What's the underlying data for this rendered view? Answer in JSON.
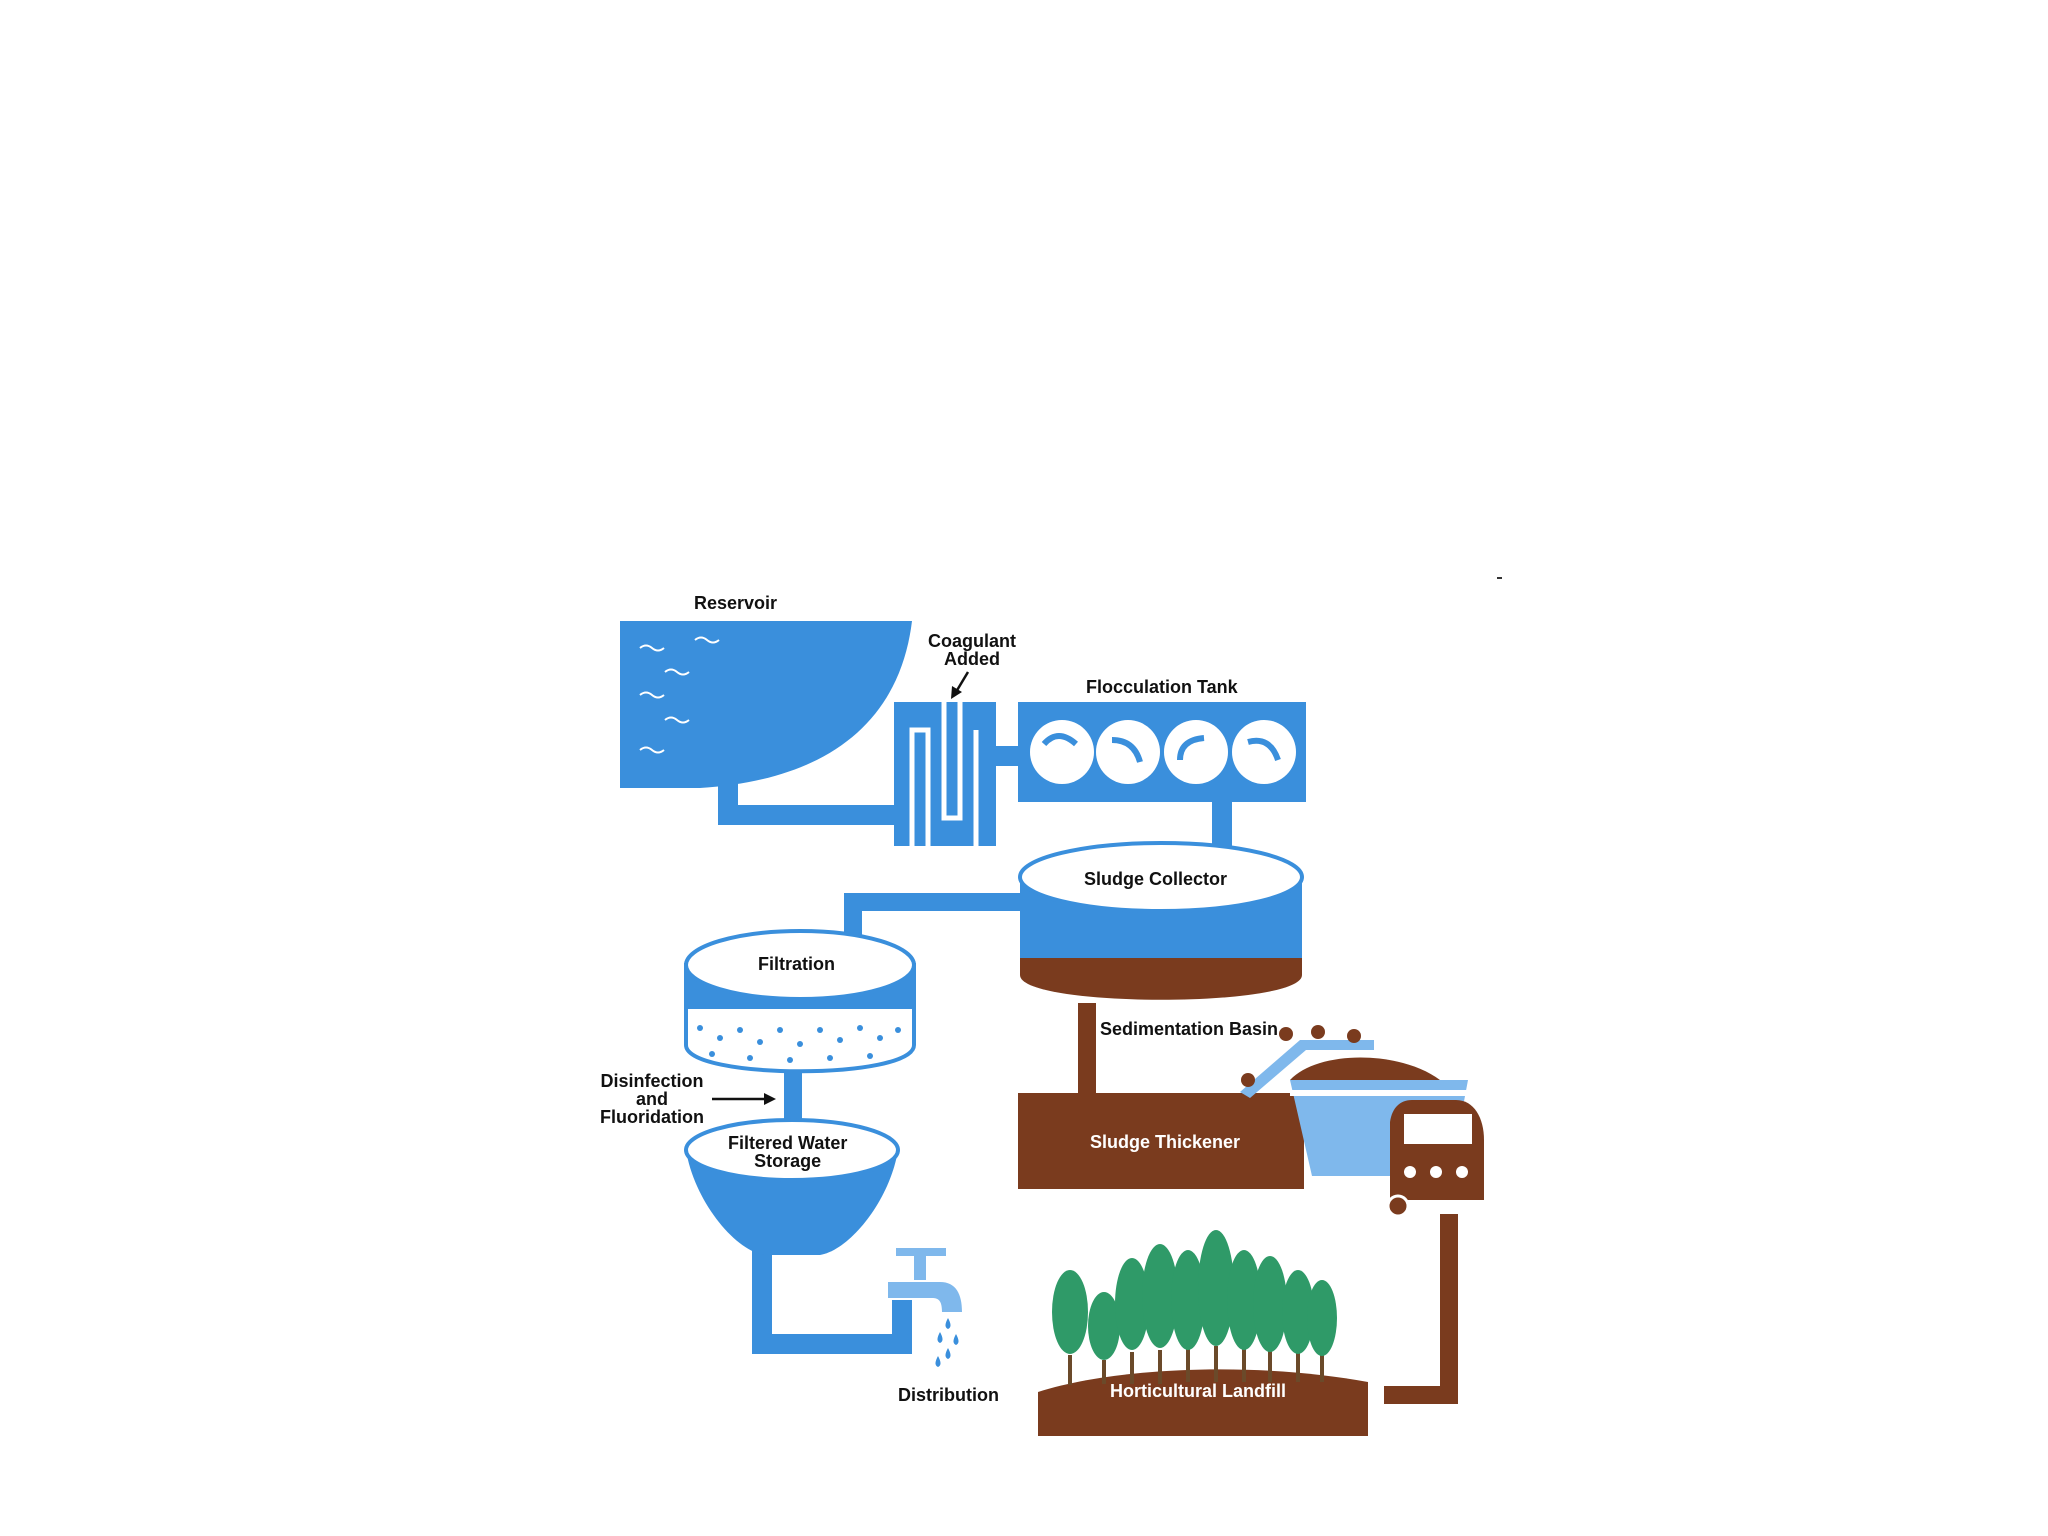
{
  "diagram": {
    "labels": {
      "reservoir": "Reservoir",
      "coagulant": "Coagulant\nAdded",
      "flocculation": "Flocculation Tank",
      "sludge_collector": "Sludge Collector",
      "sedimentation": "Sedimentation Basin",
      "filtration": "Filtration",
      "disinfection": "Disinfection\nand\nFluoridation",
      "filtered_storage": "Filtered Water\nStorage",
      "sludge_thickener": "Sludge Thickener",
      "distribution": "Distribution",
      "landfill": "Horticultural Landfill"
    },
    "colors": {
      "water": "#3a8fdc",
      "water_light": "#7fb8ec",
      "sludge": "#7a3b1e",
      "truck": "#a9c7ee",
      "tree": "#2f9a68",
      "white": "#ffffff",
      "text": "#111111"
    }
  }
}
